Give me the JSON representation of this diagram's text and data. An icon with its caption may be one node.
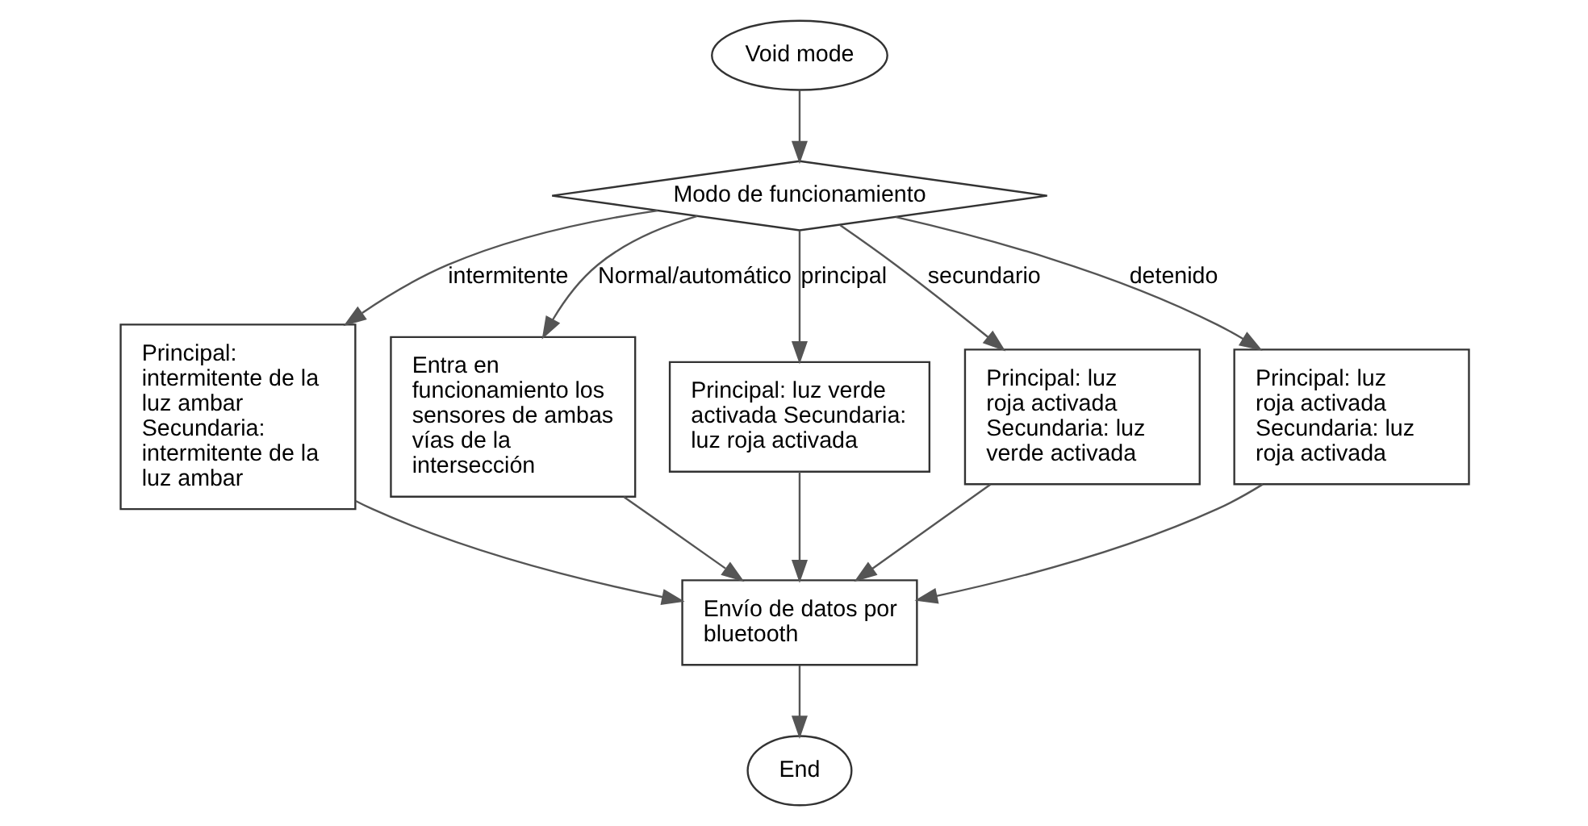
{
  "diagram": {
    "nodes": [
      {
        "text": [
          "Void mode"
        ]
      },
      {
        "text": [
          "Modo de funcionamiento"
        ]
      },
      {
        "text": [
          "Principal: intermitente de la luz ambar Secundaria: intermitente de la luz ambar"
        ]
      },
      {
        "text": [
          "Entra en funcionamiento los sensores de ambas vías de la intersección"
        ]
      },
      {
        "text": [
          "Principal: luz verde activada Secundaria: luz roja activada"
        ]
      },
      {
        "text": [
          "Principal: luz roja activada Secundaria: luz verde activada"
        ]
      },
      {
        "text": [
          "Principal: luz roja activada Secundaria: luz roja activada"
        ]
      },
      {
        "text": [
          "Envío de datos por bluetooth"
        ]
      },
      {
        "text": [
          "End"
        ]
      }
    ],
    "edges": [
      {
        "from": 0,
        "to": 1,
        "arrow": "to"
      },
      {
        "from": 1,
        "to": 2,
        "arrow": "to",
        "label": "intermitente"
      },
      {
        "from": 1,
        "to": 3,
        "arrow": "to",
        "label": "Normal/automático"
      },
      {
        "from": 1,
        "to": 4,
        "arrow": "to",
        "label": "principal"
      },
      {
        "from": 1,
        "to": 5,
        "arrow": "to",
        "label": "secundario"
      },
      {
        "from": 1,
        "to": 6,
        "arrow": "to",
        "label": "detenido"
      },
      {
        "from": 2,
        "to": 7,
        "arrow": "to"
      },
      {
        "from": 3,
        "to": 7,
        "arrow": "to"
      },
      {
        "from": 4,
        "to": 7,
        "arrow": "to"
      },
      {
        "from": 5,
        "to": 7,
        "arrow": "to"
      },
      {
        "from": 6,
        "to": 7,
        "arrow": "to"
      },
      {
        "from": 7,
        "to": 8,
        "arrow": "to"
      }
    ]
  }
}
